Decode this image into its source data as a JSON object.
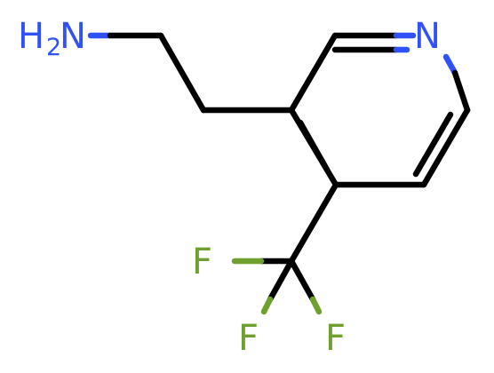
{
  "molecule": {
    "labels": {
      "amine_h": "H",
      "amine_sub": "2",
      "amine_n": "N",
      "ring_n": "N",
      "f_top": "F",
      "f_left": "F",
      "f_right": "F"
    },
    "colors": {
      "bond": "#000000",
      "nitrogen": "#3050f8",
      "fluorine": "#6f9f2f",
      "background": "#ffffff"
    }
  }
}
